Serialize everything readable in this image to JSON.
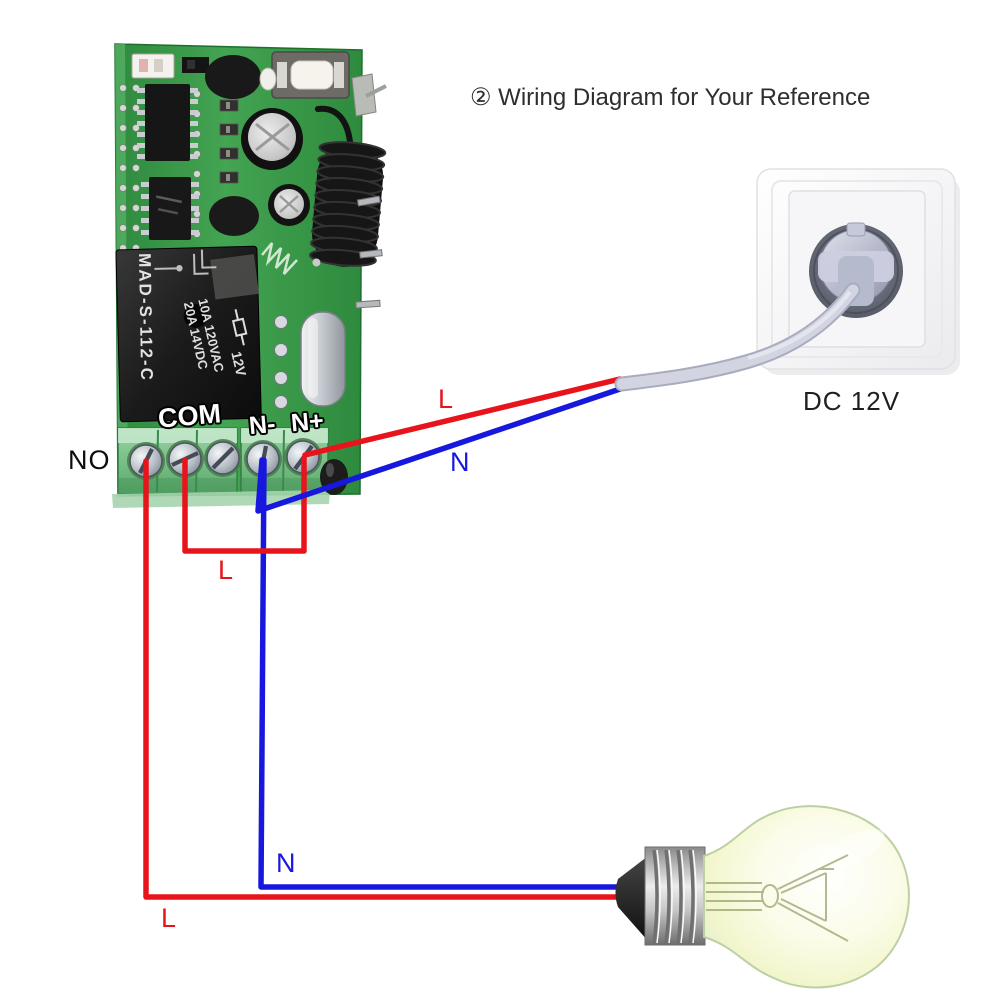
{
  "title": "② Wiring Diagram for Your Reference",
  "relay_board": {
    "relay_model": "MAD-S-112-C",
    "relay_rating_line1": "10A 120VAC",
    "relay_rating_line2": "20A 14VDC",
    "relay_voltage": "12V",
    "terminal_no": "NO",
    "terminal_com": "COM",
    "terminal_n_minus": "N-",
    "terminal_n_plus": "N+"
  },
  "power_socket": {
    "label": "DC 12V"
  },
  "wire_labels": {
    "live": "L",
    "neutral": "N"
  },
  "colors": {
    "live_wire": "#e8141b",
    "neutral_wire": "#1717dd",
    "pcb_green": "#379946",
    "terminal_green": "#7cc489",
    "background": "#ffffff"
  }
}
